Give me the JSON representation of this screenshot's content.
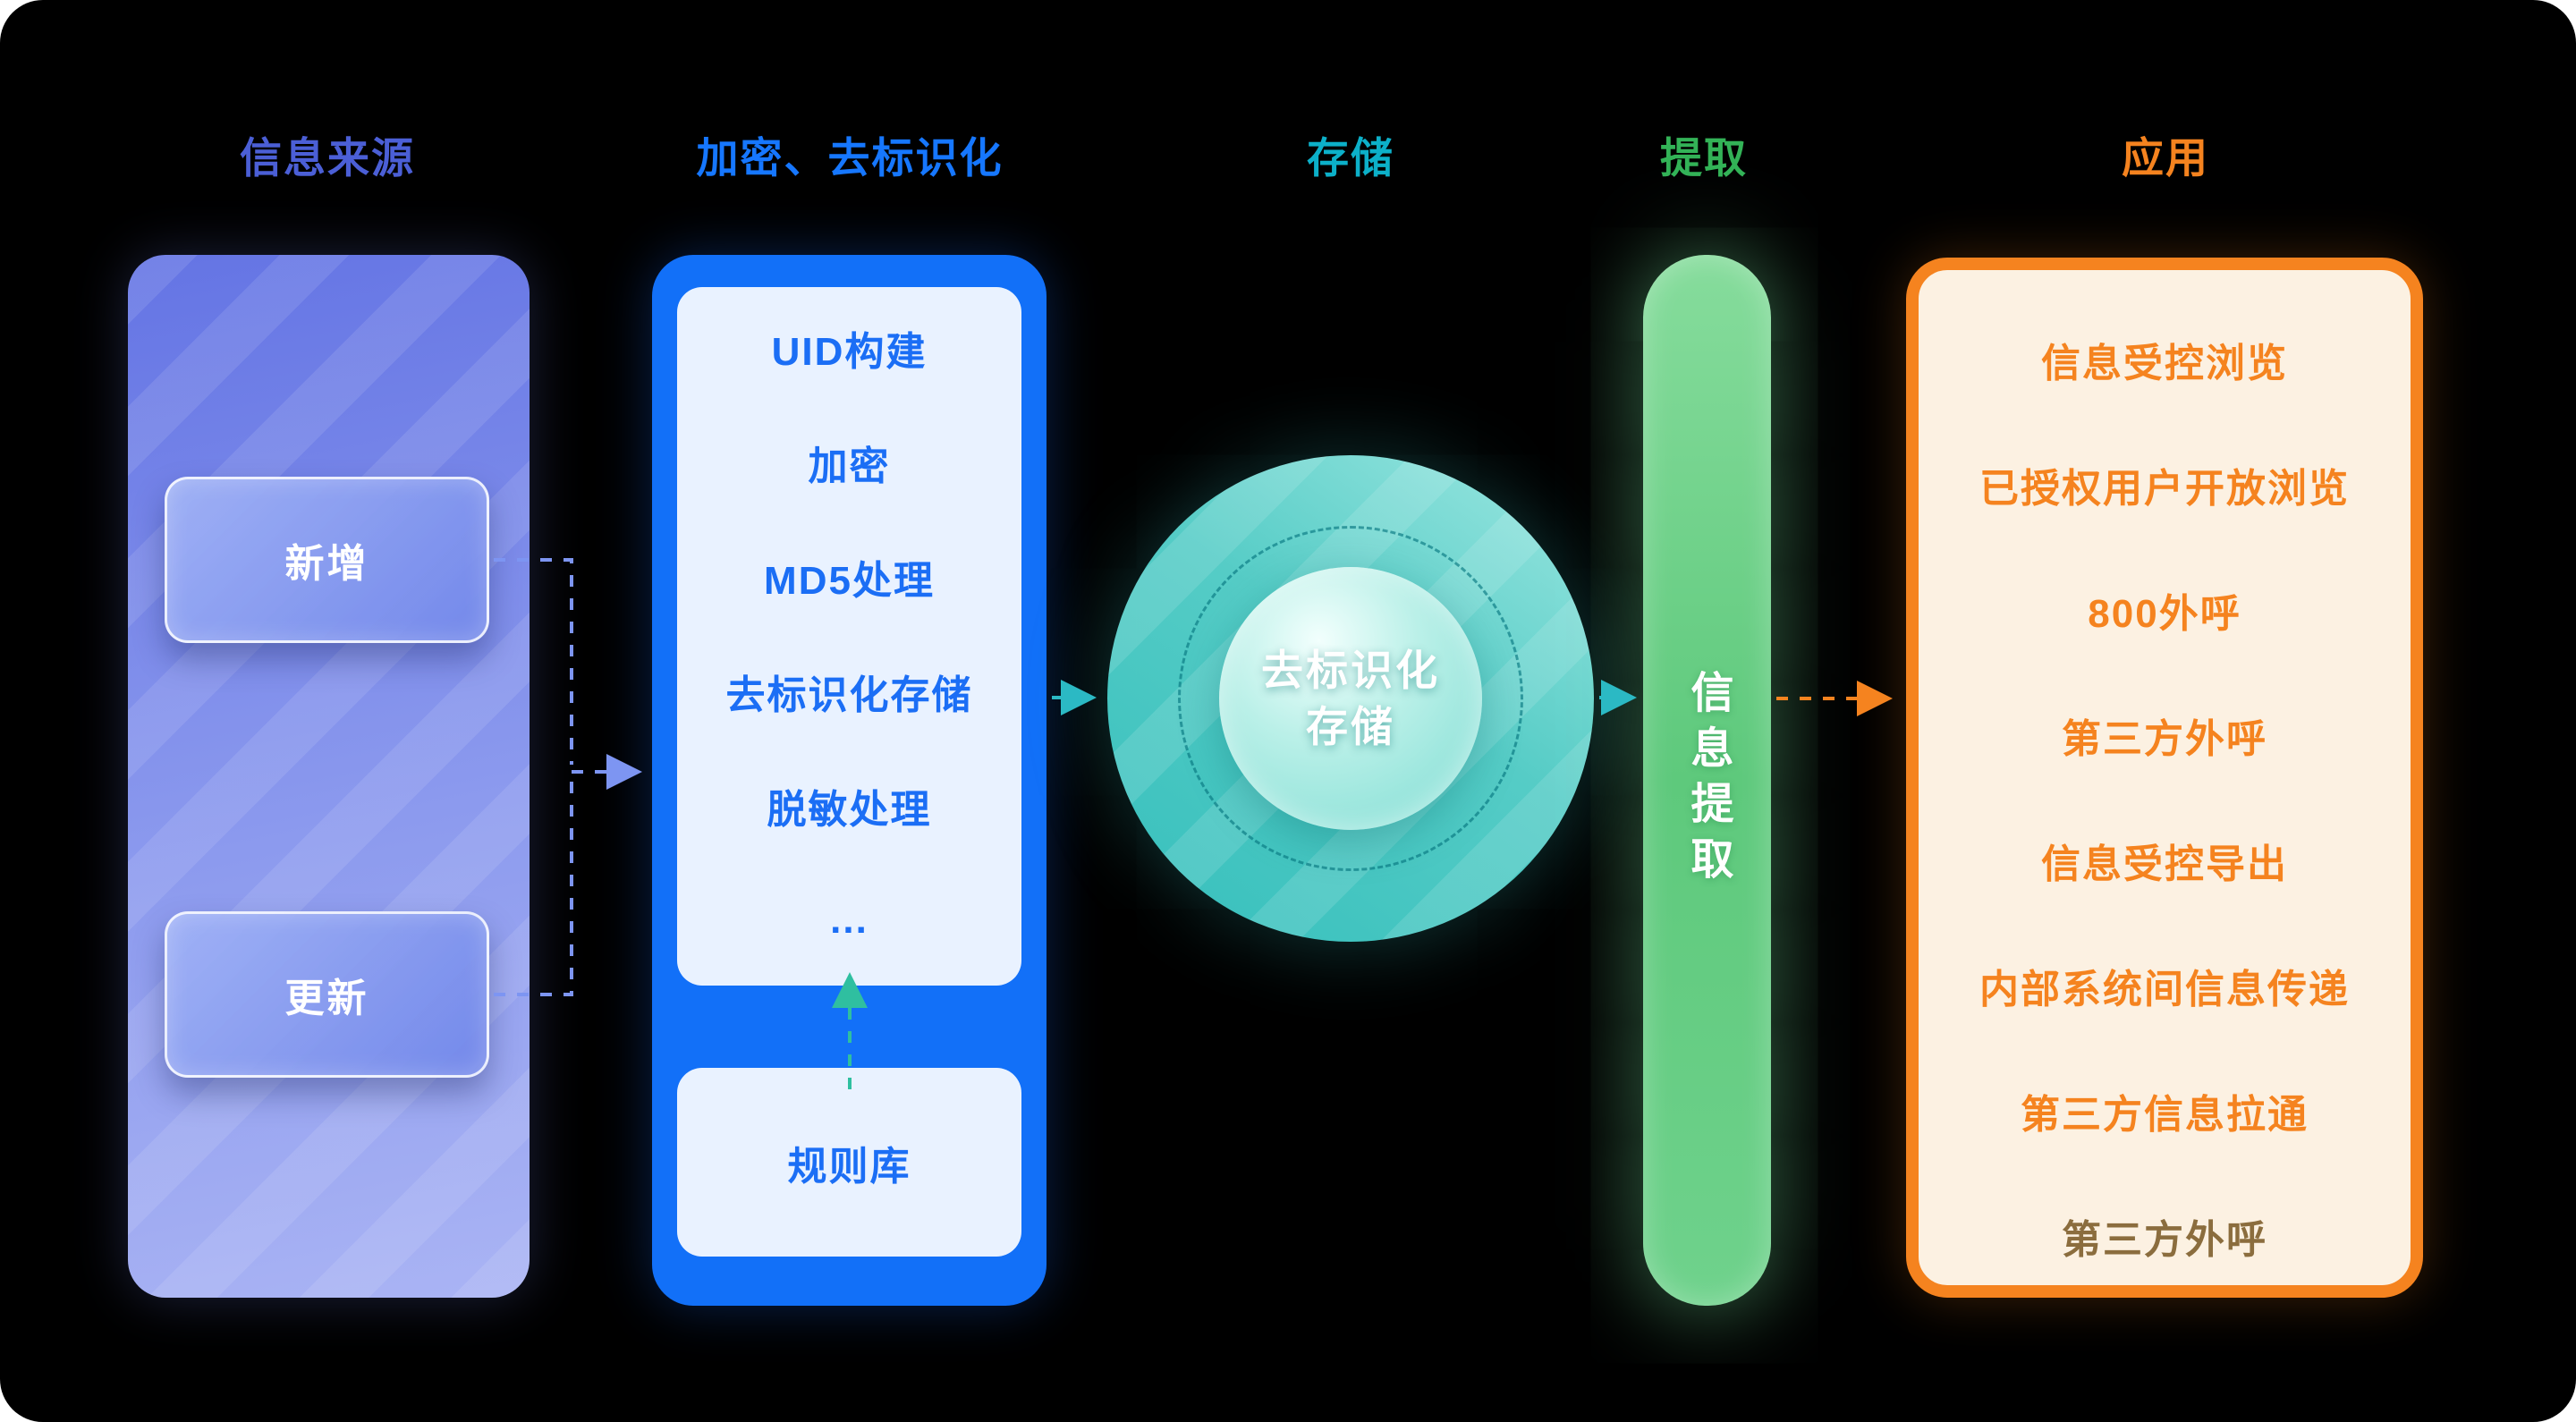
{
  "headers": {
    "source": "信息来源",
    "encryption": "加密、去标识化",
    "storage": "存储",
    "extraction": "提取",
    "application": "应用"
  },
  "source": {
    "items": [
      {
        "label": "新增"
      },
      {
        "label": "更新"
      }
    ]
  },
  "encryption": {
    "steps": [
      "UID构建",
      "加密",
      "MD5处理",
      "去标识化存储",
      "脱敏处理",
      "..."
    ],
    "rule_library": "规则库"
  },
  "storage": {
    "core_line1": "去标识化",
    "core_line2": "存储"
  },
  "extraction": {
    "label": "信息提取"
  },
  "application": {
    "items": [
      "信息受控浏览",
      "已授权用户开放浏览",
      "800外呼",
      "第三方外呼",
      "信息受控导出",
      "内部系统间信息传递",
      "第三方信息拉通",
      "第三方外呼"
    ]
  },
  "colors": {
    "source_header": "#4b5fd6",
    "encryption_header": "#1677ff",
    "storage_header": "#0cb0c9",
    "extraction_header": "#33b357",
    "application_header": "#f5831f",
    "arrow_blue": "#7d95f2",
    "arrow_teal": "#2bb9c4",
    "arrow_green": "#2fbfa0",
    "arrow_orange": "#f5831f"
  }
}
